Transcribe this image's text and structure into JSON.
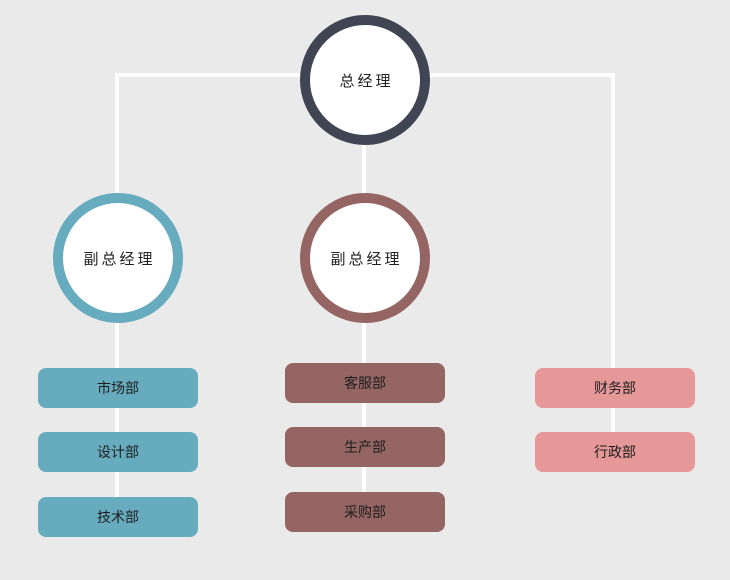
{
  "general_manager": {
    "label": "总经理",
    "ring_color": "#3f4553"
  },
  "vice_managers": [
    {
      "label": "副总经理",
      "ring_color": "#66acbe",
      "departments": [
        "市场部",
        "设计部",
        "技术部"
      ]
    },
    {
      "label": "副总经理",
      "ring_color": "#956563",
      "departments": [
        "客服部",
        "生产部",
        "采购部"
      ]
    }
  ],
  "direct_departments": {
    "color": "#e69798",
    "departments": [
      "财务部",
      "行政部"
    ]
  },
  "background_color": "#ebeaeb",
  "connector_color": "#ffffff"
}
